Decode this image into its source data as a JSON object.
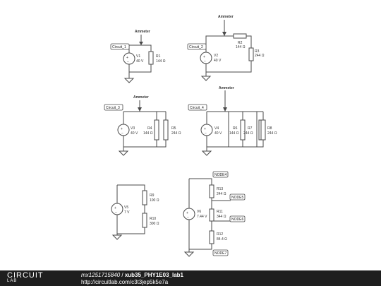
{
  "labels": {
    "ammeter": "Ammeter"
  },
  "circuit1": {
    "tag": "Circuit_1",
    "v_name": "V1",
    "v_val": "40 V",
    "r_name": "R1",
    "r_val": "144 Ω"
  },
  "circuit2": {
    "tag": "Circuit_2",
    "v_name": "V2",
    "v_val": "40 V",
    "r2_name": "R2",
    "r2_val": "144 Ω",
    "r3_name": "R3",
    "r3_val": "244 Ω"
  },
  "circuit3": {
    "tag": "Circuit_3",
    "v_name": "V3",
    "v_val": "40 V",
    "r4_name": "R4",
    "r4_val": "144 Ω",
    "r5_name": "R5",
    "r5_val": "244 Ω"
  },
  "circuit4": {
    "tag": "Circuit_4",
    "v_name": "V4",
    "v_val": "40 V",
    "r6_name": "R6",
    "r6_val": "144 Ω",
    "r7_name": "R7",
    "r7_val": "244 Ω",
    "r8_name": "R8",
    "r8_val": "244 Ω"
  },
  "circuit5": {
    "v_name": "V5",
    "v_val": "7 V",
    "r9_name": "R9",
    "r9_val": "100 Ω",
    "r10_name": "R10",
    "r10_val": "300 Ω"
  },
  "circuit6": {
    "v_name": "V6",
    "v_val": "7.44 V",
    "r13_name": "R13",
    "r13_val": "244 Ω",
    "r11_name": "R11",
    "r11_val": "344 Ω",
    "r12_name": "R12",
    "r12_val": "84.4 Ω",
    "node4": "NODE4",
    "node5": "NODE5",
    "node6": "NODE6",
    "node7": "NODE7"
  },
  "footer": {
    "logo_top": "CIRCUIT",
    "logo_bottom": "LAB",
    "user": "mx1251715840",
    "separator": " / ",
    "project": "xub35_PHY1E03_lab1",
    "url": "http://circuitlab.com/c3t3jep5k5e7a"
  }
}
